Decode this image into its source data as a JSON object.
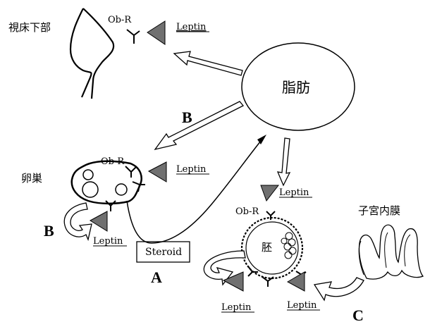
{
  "labels": {
    "hypothalamus": "視床下部",
    "fat": "脂肪",
    "ovary": "卵巣",
    "embryo": "胚",
    "endometrium": "子宮内膜",
    "steroid": "Steroid",
    "obr": "Ob-R",
    "leptin": "Leptin",
    "letter_a": "A",
    "letter_b": "B",
    "letter_c": "C"
  },
  "colors": {
    "triangle_fill": "#707070",
    "line": "#000000"
  }
}
